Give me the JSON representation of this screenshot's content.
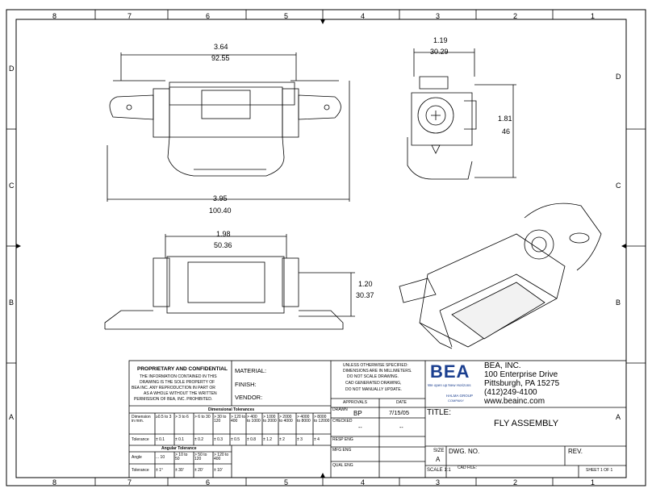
{
  "zones": {
    "top": [
      "8",
      "7",
      "6",
      "5",
      "4",
      "3",
      "2",
      "1"
    ],
    "bottom": [
      "8",
      "7",
      "6",
      "5",
      "4",
      "3",
      "2",
      "1"
    ],
    "left": [
      "D",
      "C",
      "B",
      "A"
    ],
    "right": [
      "D",
      "C",
      "B",
      "A"
    ]
  },
  "dims": {
    "top_width_in": "3.64",
    "top_width_mm": "92.55",
    "bottom_width_in": "3.95",
    "bottom_width_mm": "100.40",
    "side_width_in": "1.19",
    "side_width_mm": "30.29",
    "side_height_in": "1.81",
    "side_height_mm": "46",
    "front_width_in": "1.98",
    "front_width_mm": "50.36",
    "front_height_in": "1.20",
    "front_height_mm": "30.37"
  },
  "title_block": {
    "proprietary_title": "PROPRIETARY AND CONFIDENTIAL",
    "proprietary_lines": [
      "THE INFORMATION CONTAINED IN THIS",
      "DRAWING IS THE SOLE PROPERTY OF",
      "BEA INC. ANY REPRODUCTION IN PART OR",
      "AS A WHOLE WITHOUT THE WRITTEN",
      "PERMISSION OF BEA, INC. PROHIBITED."
    ],
    "material_label": "MATERIAL:",
    "finish_label": "FINISH:",
    "vendor_label": "VENDOR:",
    "notes": [
      "UNLESS OTHERWISE SPECIFIED:",
      "DIMENSIONS ARE IN MILLIMETERS.",
      "DO NOT SCALE DRAWING.",
      "CAD GENERATED DRAWING,",
      "DO NOT MANUALLY UPDATE."
    ],
    "company_logo": "BEA",
    "company_tagline": "We open up New Horizons",
    "company_group": "HALMA GROUP",
    "company_group_sub": "COMPANY",
    "company_name": "BEA, INC.",
    "company_address1": "100 Enterprise Drive",
    "company_address2": "Pittsburgh, PA  15275",
    "company_phone": "(412)249-4100",
    "company_web": "www.beainc.com",
    "approvals_label": "APPROVALS",
    "date_label": "DATE",
    "drawn_label": "DRAWN",
    "drawn_value": "BP",
    "drawn_date": "7/15/05",
    "checked_label": "CHECKED",
    "checked_value": "--",
    "checked_date": "--",
    "resp_eng_label": "RESP ENG",
    "mfg_eng_label": "MFG ENG",
    "qual_eng_label": "QUAL ENG",
    "title_label": "TITLE:",
    "title_value": "FLY ASSEMBLY",
    "size_label": "SIZE",
    "size_value": "A",
    "dwg_no_label": "DWG. NO.",
    "rev_label": "REV.",
    "scale_label": "SCALE 1:1",
    "cad_file_label": "CAD FILE:",
    "sheet_label": "SHEET 1 OF 1",
    "dim_tol_header": "Dimensional Tolerances",
    "dim_row1": [
      "Dimension in mm.",
      "≥0.5 to 3",
      "> 3 to 6",
      "> 6 to 30",
      "> 30 to 120",
      "> 120 to 400",
      "> 400 to 1000",
      "> 1000 to 2000",
      "> 2000 to 4000",
      "> 4000 to 8000",
      "> 8000 to 12000"
    ],
    "dim_row2": [
      "Tolerance",
      "± 0.1",
      "± 0.1",
      "± 0.2",
      "± 0.3",
      "± 0.5",
      "± 0.8",
      "± 1.2",
      "± 2",
      "± 3",
      "± 4"
    ],
    "ang_tol_header": "Angular Tolerance",
    "ang_row1": [
      "Angle",
      "... 10",
      "> 10 to 50",
      "> 50 to 120",
      "> 120 to 400"
    ],
    "ang_row2": [
      "Tolerance",
      "± 1°",
      "± 30'",
      "± 20'",
      "± 10'"
    ]
  }
}
